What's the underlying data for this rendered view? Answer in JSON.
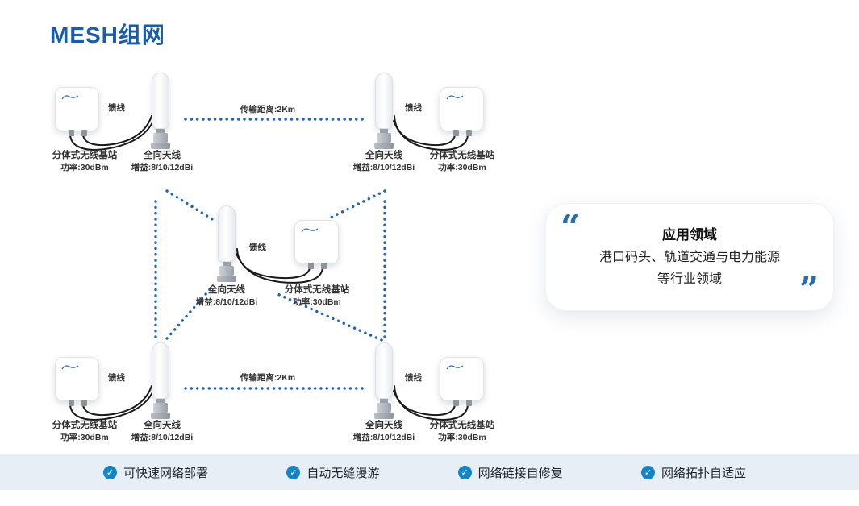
{
  "title": "MESH组网",
  "colors": {
    "accent": "#1a5ca8",
    "link_dot": "#1e64ae",
    "cable": "#1a1a1a",
    "footer_bg": "#e8eef5",
    "check_icon": "#1583c4"
  },
  "node_labels": {
    "box_name": "分体式无线基站",
    "box_spec": "功率:30dBm",
    "antenna_name": "全向天线",
    "antenna_spec": "增益:8/10/12dBi",
    "feeder": "馈线"
  },
  "links": {
    "top_distance": "传输距离:2Km",
    "bottom_distance": "传输距离:2Km"
  },
  "app_card": {
    "open_quote": "“",
    "close_quote": "”",
    "title": "应用领域",
    "line1": "港口码头、轨道交通与电力能源",
    "line2": "等行业领域"
  },
  "features": [
    "可快速网络部署",
    "自动无缝漫游",
    "网络链接自修复",
    "网络拓扑自适应"
  ],
  "icons": {
    "check": "✓"
  }
}
